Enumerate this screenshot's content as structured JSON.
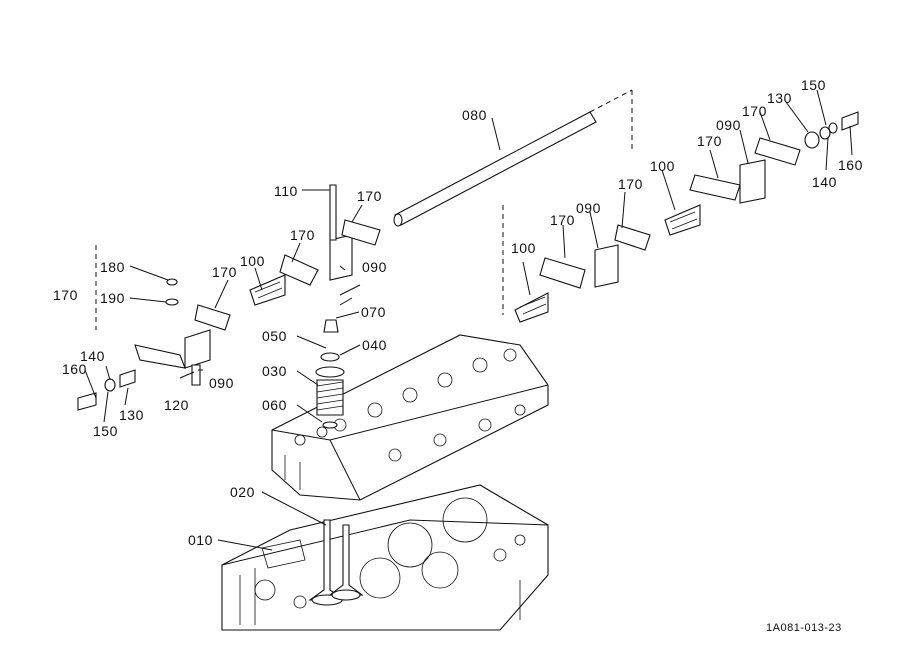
{
  "diagram": {
    "callouts": {
      "c080": "080",
      "c110": "110",
      "c170_a": "170",
      "c170_b": "170",
      "c170_c": "170",
      "c170_d": "170",
      "c170_e": "170",
      "c170_f": "170",
      "c170_g": "170",
      "c170_h": "170",
      "c100_a": "100",
      "c100_b": "100",
      "c100_c": "100",
      "c090_a": "090",
      "c090_b": "090",
      "c090_c": "090",
      "c090_d": "090",
      "c180": "180",
      "c190": "190",
      "c160_a": "160",
      "c160_b": "160",
      "c140_a": "140",
      "c140_b": "140",
      "c130_a": "130",
      "c130_b": "130",
      "c150_a": "150",
      "c150_b": "150",
      "c120": "120",
      "c070": "070",
      "c050": "050",
      "c040": "040",
      "c030": "030",
      "c060": "060",
      "c020": "020",
      "c010": "010"
    },
    "figure_code": "1A081-013-23"
  }
}
